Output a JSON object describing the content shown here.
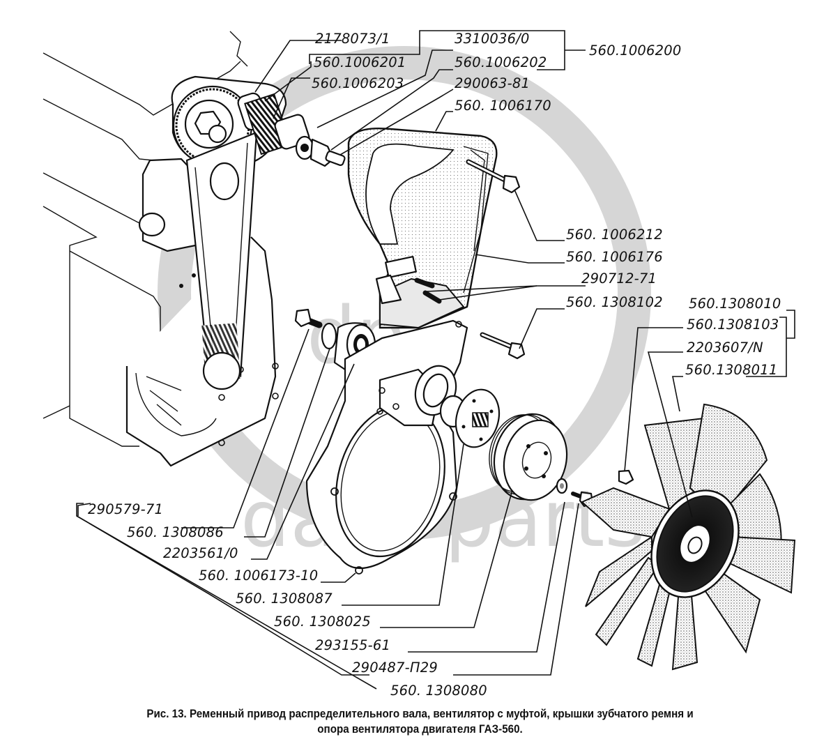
{
  "figure": {
    "caption_line1": "Рис. 13. Ременный привод распределительного вала, вентилятор с муфтой, крышки зубчатого ремня и",
    "caption_line2": "опора вентилятора двигателя ГАЗ-560."
  },
  "watermark": {
    "logo": "dp",
    "text": "data-parts",
    "color": "#d6d6d6"
  },
  "callouts": {
    "top": [
      {
        "id": "2178073-1",
        "label": "2178073/1"
      },
      {
        "id": "3310036-0",
        "label": "3310036/0"
      },
      {
        "id": "560-1006200",
        "label": "560.1006200"
      },
      {
        "id": "560-1006201",
        "label": "560.1006201"
      },
      {
        "id": "560-1006202",
        "label": "560.1006202"
      },
      {
        "id": "560-1006203",
        "label": "560.1006203"
      },
      {
        "id": "290063-81",
        "label": "290063-81"
      },
      {
        "id": "560-1006170",
        "label": "560. 1006170"
      }
    ],
    "right": [
      {
        "id": "560-1006212",
        "label": "560. 1006212"
      },
      {
        "id": "560-1006176",
        "label": "560. 1006176"
      },
      {
        "id": "290712-71",
        "label": "290712-71"
      },
      {
        "id": "560-1308102",
        "label": "560. 1308102"
      },
      {
        "id": "560-1308010",
        "label": "560.1308010"
      },
      {
        "id": "560-1308103",
        "label": "560.1308103"
      },
      {
        "id": "2203607-N",
        "label": "2203607/N"
      },
      {
        "id": "560-1308011",
        "label": "560.1308011"
      }
    ],
    "bottom": [
      {
        "id": "290579-71",
        "label": "290579-71"
      },
      {
        "id": "560-1308086",
        "label": "560. 1308086"
      },
      {
        "id": "2203561-0",
        "label": "2203561/0"
      },
      {
        "id": "560-1006173-10",
        "label": "560. 1006173-10"
      },
      {
        "id": "560-1308087",
        "label": "560. 1308087"
      },
      {
        "id": "560-1308025",
        "label": "560. 1308025"
      },
      {
        "id": "293155-61",
        "label": "293155-61"
      },
      {
        "id": "290487-P29",
        "label": "290487-П29"
      },
      {
        "id": "560-1308080",
        "label": "560. 1308080"
      }
    ]
  }
}
